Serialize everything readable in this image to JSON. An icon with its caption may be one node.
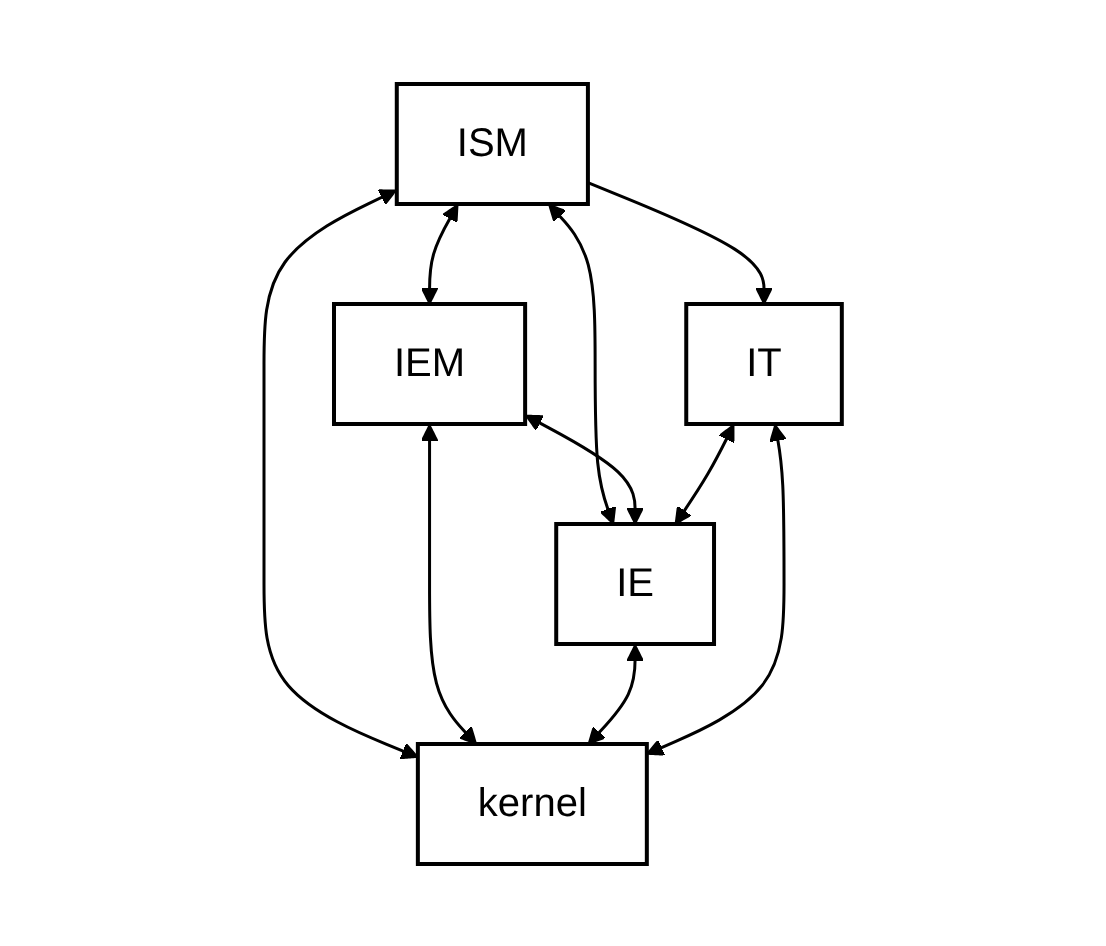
{
  "diagram": {
    "nodes": [
      {
        "text": [
          "IT"
        ]
      },
      {
        "text": [
          "ISM"
        ]
      },
      {
        "text": [
          "IEM"
        ]
      },
      {
        "text": [
          "IE"
        ]
      },
      {
        "text": [
          "kernel"
        ]
      }
    ],
    "edges": [
      {
        "from": 1,
        "to": 4,
        "arrow": "both"
      },
      {
        "from": 1,
        "to": 2,
        "arrow": "both"
      },
      {
        "from": 1,
        "to": 3,
        "arrow": "both"
      },
      {
        "from": 2,
        "to": 3,
        "arrow": "both"
      },
      {
        "from": 2,
        "to": 4,
        "arrow": "both"
      },
      {
        "from": 3,
        "to": 4,
        "arrow": "both"
      },
      {
        "from": 0,
        "to": 4,
        "arrow": "both"
      },
      {
        "from": 1,
        "to": 0,
        "arrow": "to"
      },
      {
        "from": 0,
        "to": 3,
        "arrow": "both"
      }
    ]
  }
}
